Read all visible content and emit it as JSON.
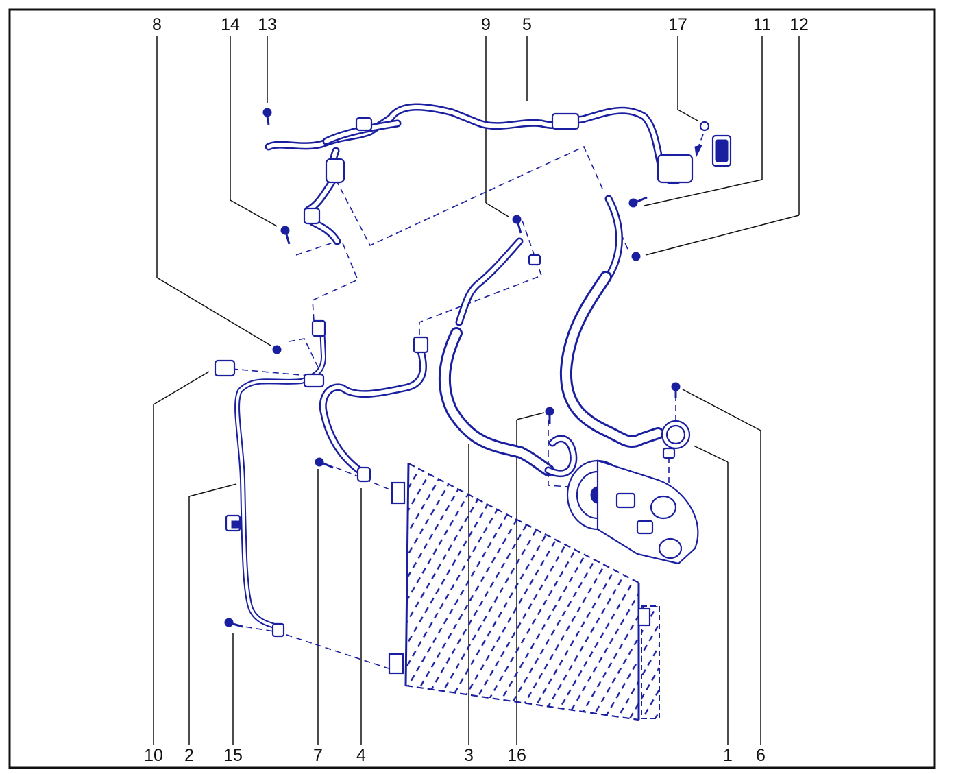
{
  "diagram": {
    "callouts": {
      "c1": "1",
      "c2": "2",
      "c3": "3",
      "c4": "4",
      "c5": "5",
      "c6": "6",
      "c7": "7",
      "c8": "8",
      "c9": "9",
      "c10": "10",
      "c11": "11",
      "c12": "12",
      "c13": "13",
      "c14": "14",
      "c15": "15",
      "c16": "16",
      "c17": "17"
    },
    "colors": {
      "line_art": "#1a1fa0",
      "callout_text": "#111111",
      "frame": "#111111"
    }
  }
}
